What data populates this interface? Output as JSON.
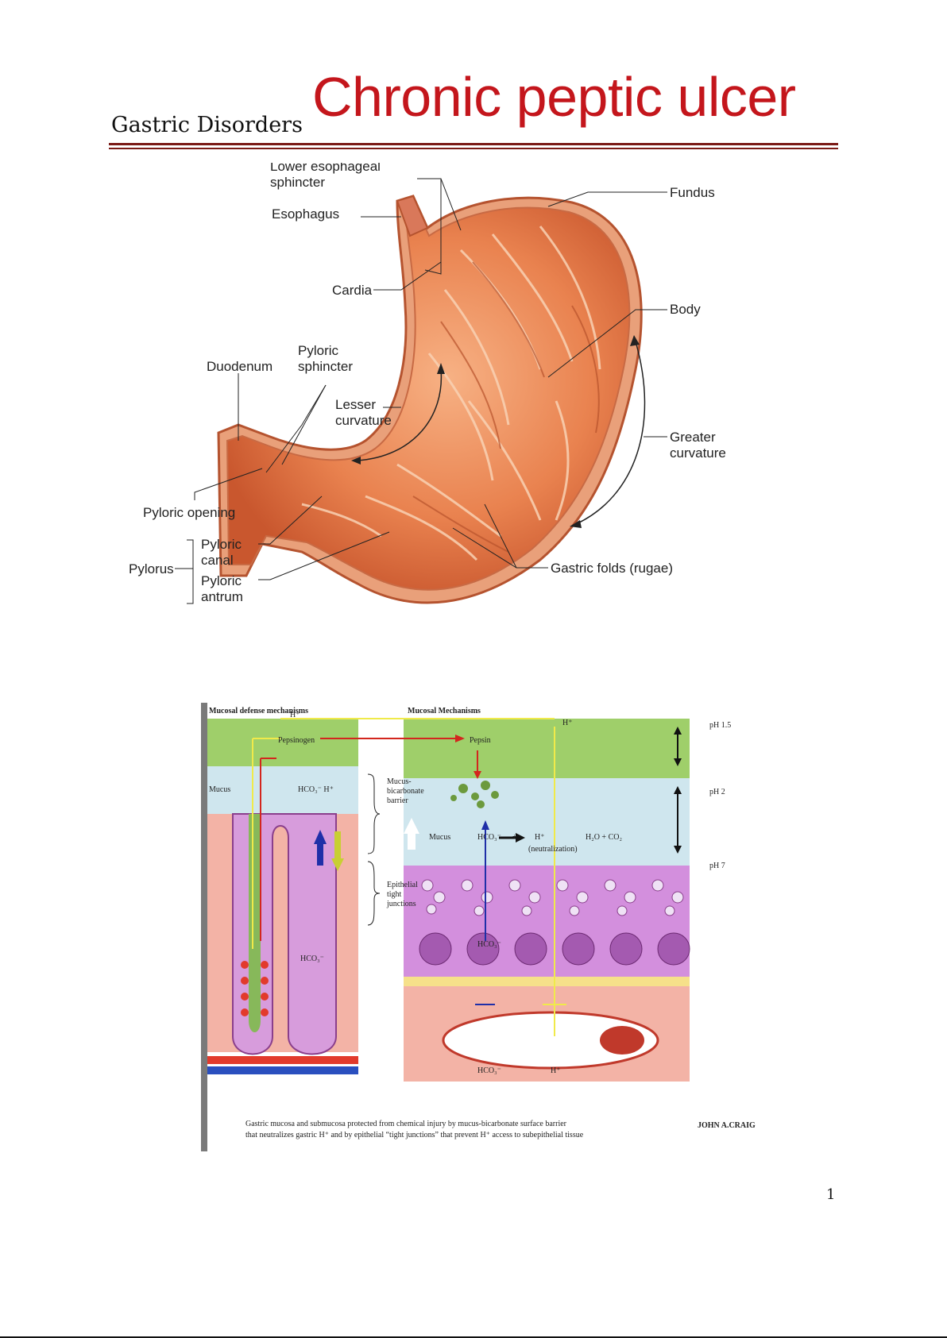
{
  "header": {
    "section": "Gastric Disorders",
    "title": "Chronic peptic ulcer"
  },
  "figure1": {
    "labels": {
      "les_1": "Lower esophageal",
      "les_2": "sphincter",
      "esophagus": "Esophagus",
      "fundus": "Fundus",
      "cardia": "Cardia",
      "body": "Body",
      "pyl_sph_1": "Pyloric",
      "pyl_sph_2": "sphincter",
      "duodenum": "Duodenum",
      "lesser_1": "Lesser",
      "lesser_2": "curvature",
      "greater_1": "Greater",
      "greater_2": "curvature",
      "pyloric_opening": "Pyloric opening",
      "pylorus": "Pylorus",
      "canal_1": "Pyloric",
      "canal_2": "canal",
      "antrum_1": "Pyloric",
      "antrum_2": "antrum",
      "rugae": "Gastric folds (rugae)"
    }
  },
  "figure2": {
    "left_title": "Mucosal defense mechanisms",
    "right_title": "Mucosal Mechanisms",
    "h_plus": "H⁺",
    "pepsinogen": "Pepsinogen",
    "pepsin": "Pepsin",
    "mucus": "Mucus",
    "hco3_h": "HCO₃⁻  H⁺",
    "hco3": "HCO₃⁻",
    "plus": "+",
    "neutralization": "(neutralization)",
    "products": "H₂O + CO₂",
    "ph_15": "pH 1.5",
    "ph_2": "pH 2",
    "ph_7": "pH 7",
    "barrier_1": "Mucus-",
    "barrier_2": "bicarbonate",
    "barrier_3": "barrier",
    "tight_1": "Epithelial",
    "tight_2": "tight",
    "tight_3": "junctions",
    "caption_1": "Gastric mucosa and submucosa protected from chemical injury by mucus-bicarbonate surface barrier",
    "caption_2": "that neutralizes gastric H⁺ and by epithelial “tight junctions” that prevent H⁺ access to subepithelial tissue",
    "signature": "JOHN A.CRAIG"
  },
  "footer": {
    "page_number": "1"
  }
}
